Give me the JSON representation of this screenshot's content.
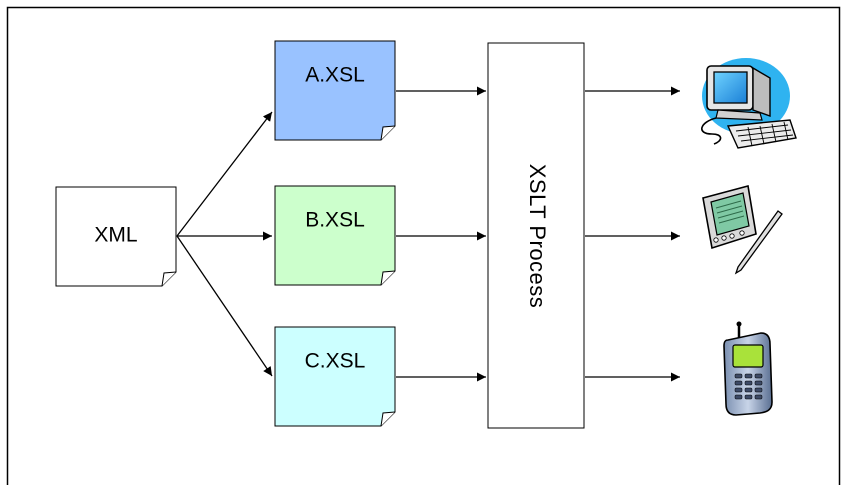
{
  "diagram": {
    "source_label": "XML",
    "stylesheets": [
      {
        "label": "A.XSL",
        "color": "#99c2ff"
      },
      {
        "label": "B.XSL",
        "color": "#ccffcc"
      },
      {
        "label": "C.XSL",
        "color": "#ccffff"
      }
    ],
    "processor_label": "XSLT Process",
    "outputs": [
      {
        "icon": "desktop-computer-icon"
      },
      {
        "icon": "pda-handheld-icon"
      },
      {
        "icon": "mobile-phone-icon"
      }
    ]
  }
}
